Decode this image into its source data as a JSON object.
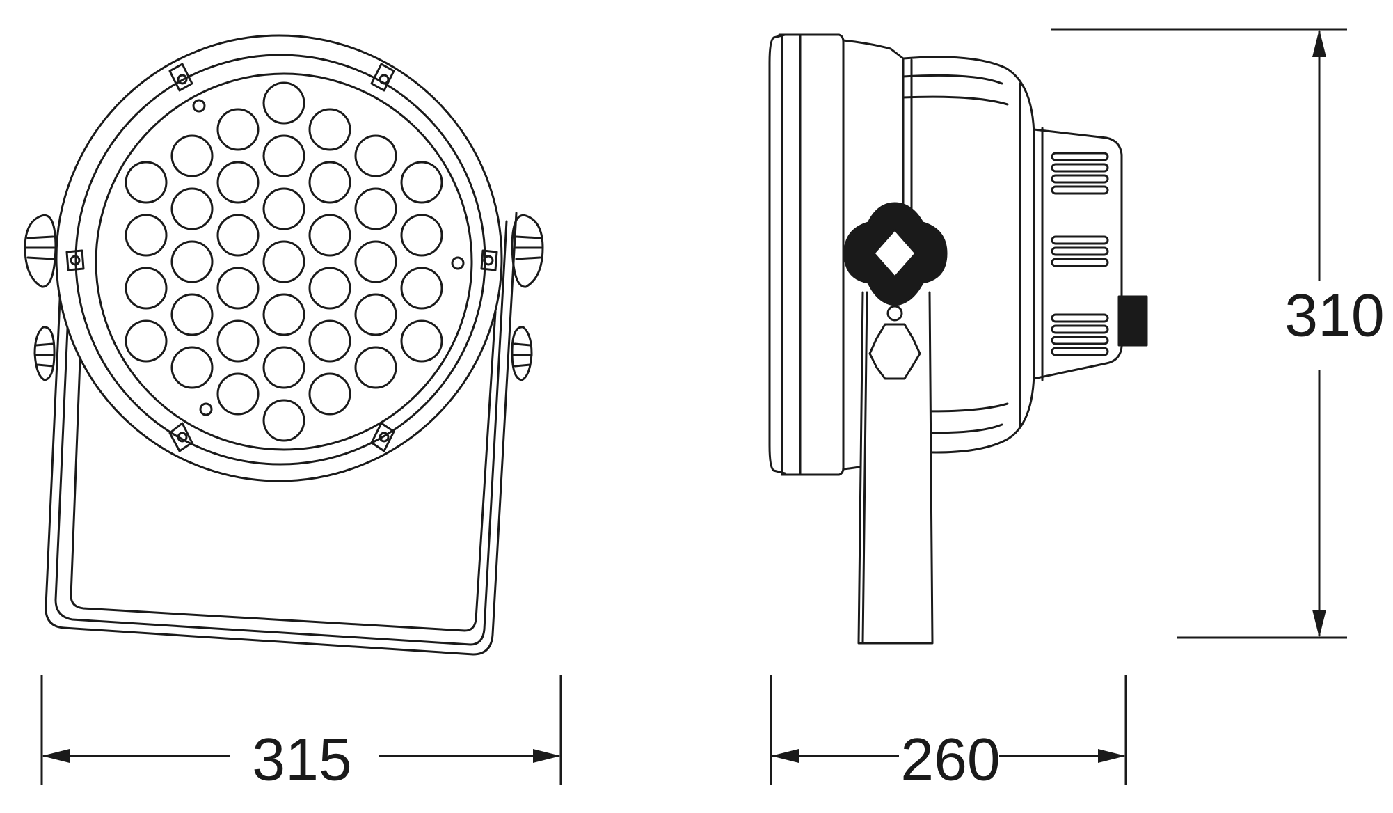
{
  "diagram": {
    "views": [
      "front-view",
      "side-view"
    ],
    "front_view": {
      "led_count": 37,
      "width_label": "315"
    },
    "side_view": {
      "depth_label": "260",
      "height_label": "310"
    },
    "colors": {
      "stroke": "#1a1a1a",
      "background": "#ffffff"
    }
  }
}
